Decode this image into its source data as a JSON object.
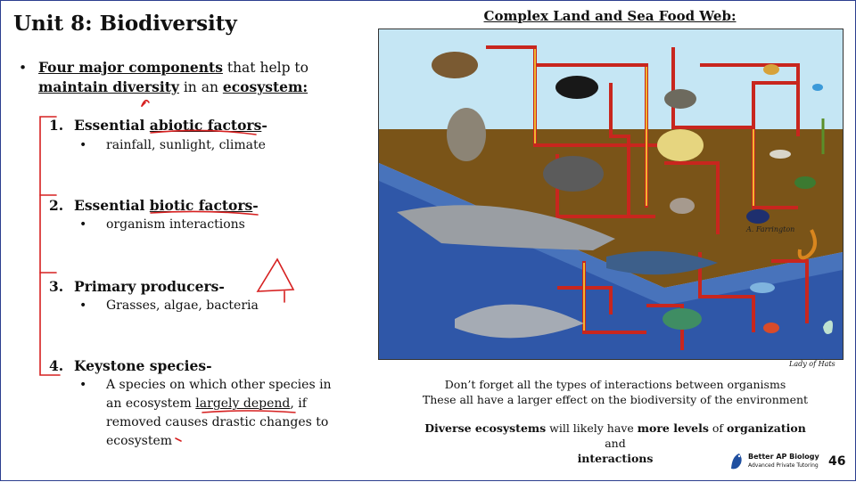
{
  "slide": {
    "title": "Unit 8: Biodiversity",
    "intro": {
      "bullet": "•",
      "p1": "Four major components",
      "p2": " that help to ",
      "p3": "maintain diversity",
      "p4": " in an ",
      "p5": "ecosystem:"
    },
    "items": [
      {
        "num": "1.",
        "head_pre": "Essential ",
        "head_u": "abiotic factors",
        "head_post": "-",
        "sub": "rainfall, sunlight, climate"
      },
      {
        "num": "2.",
        "head_pre": "Essential ",
        "head_u": "biotic factors",
        "head_post": "-",
        "sub": "organism interactions"
      },
      {
        "num": "3.",
        "head_pre": "Primary producers-",
        "head_u": "",
        "head_post": "",
        "sub": "Grasses, algae, bacteria"
      },
      {
        "num": "4.",
        "head_pre": "Keystone species-",
        "head_u": "",
        "head_post": "",
        "sub": ""
      }
    ],
    "keystone": {
      "l1": "A species on which other species in",
      "l2a": "an ecosystem ",
      "l2b": "largely depend",
      "l2c": ", if",
      "l3": "removed causes drastic changes to",
      "l4": "ecosystem"
    },
    "sub_bullet": "•"
  },
  "foodweb": {
    "title": "Complex Land and Sea Food Web:",
    "credit_artist": "A. Farrington",
    "credit": "Lady of Hats",
    "colors": {
      "sky": "#c5e6f4",
      "soil": "#7a5418",
      "sea": "#2f57a8",
      "arrow": "#c8261e"
    }
  },
  "notes": {
    "l1": "Don’t forget all the types of interactions between organisms",
    "l2": "These all have a larger effect on the biodiversity of the environment",
    "l3a": "Diverse ecosystems",
    "l3b": " will likely have ",
    "l3c": "more levels",
    "l3d": " of ",
    "l3e": "organization",
    "l3f": " and",
    "l4": "interactions"
  },
  "brand": {
    "name": "Better AP Biology",
    "tagline": "Advanced Private Tutoring"
  },
  "page_number": "46"
}
